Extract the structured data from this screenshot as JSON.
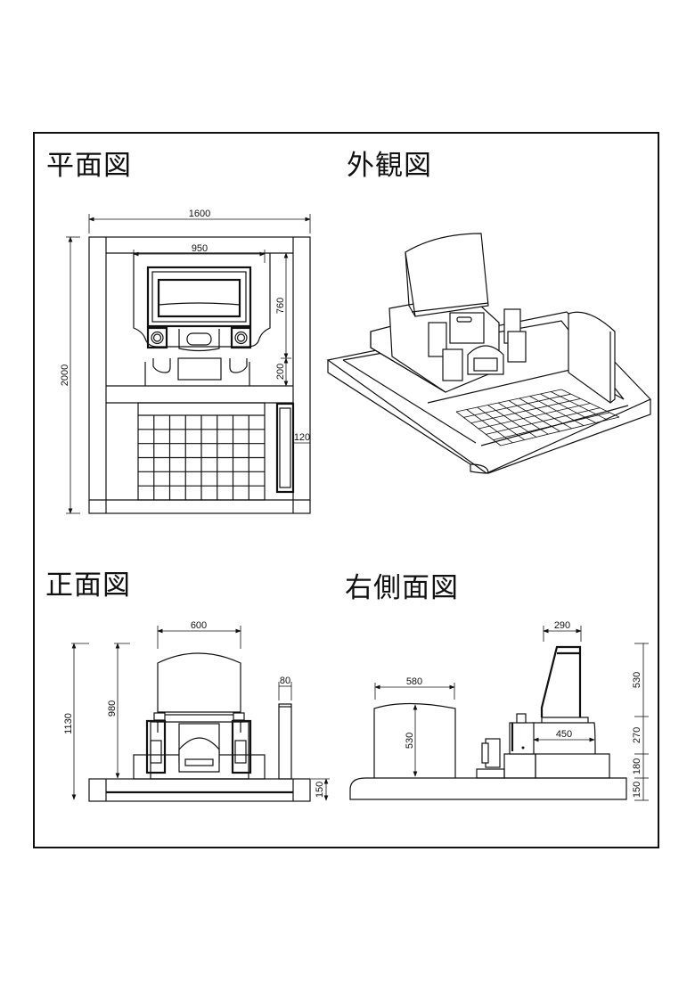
{
  "sheet": {
    "views": {
      "plan": {
        "title": "平面図",
        "dimensions": {
          "width_total": "1600",
          "width_inner": "950",
          "depth_total": "2000",
          "depth_upper": "760",
          "depth_step": "200",
          "side_post": "120"
        },
        "grid": {
          "columns": 8,
          "rows": 6
        }
      },
      "exterior": {
        "title": "外観図",
        "grid": {
          "columns": 10,
          "rows": 6
        }
      },
      "front": {
        "title": "正面図",
        "dimensions": {
          "stone_width": "600",
          "height_total": "1130",
          "height_stone": "980",
          "post_width": "80",
          "base_height": "150"
        }
      },
      "right_side": {
        "title": "右側面図",
        "dimensions": {
          "stone_depth": "290",
          "plate_width": "580",
          "plate_height": "530",
          "base_depth": "450",
          "h_stone": "530",
          "h_upper": "270",
          "h_mid": "180",
          "h_base": "150"
        }
      }
    },
    "colors": {
      "line": "#111111",
      "background": "#ffffff"
    }
  }
}
